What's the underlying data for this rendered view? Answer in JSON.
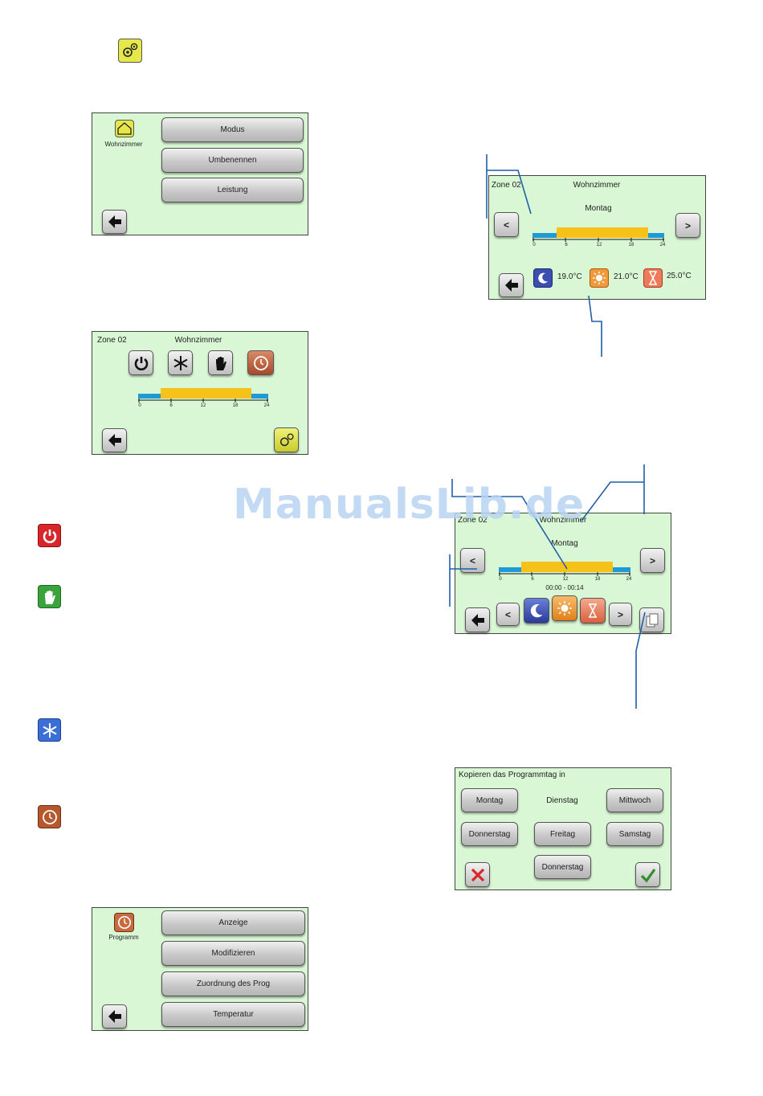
{
  "menu_screen": {
    "icon_label": "Wohnzimmer",
    "buttons": [
      "Modus",
      "Umbenennen",
      "Leistung"
    ]
  },
  "zone_screen": {
    "zone": "Zone 02",
    "room": "Wohnzimmer",
    "ticks": [
      "0",
      "6",
      "12",
      "18",
      "24"
    ]
  },
  "program_view": {
    "zone": "Zone 02",
    "room": "Wohnzimmer",
    "day": "Montag",
    "prev": "<",
    "next": ">",
    "ticks": [
      "0",
      "6",
      "12",
      "18",
      "24"
    ],
    "temps": [
      "19.0°C",
      "21.0°C",
      "25.0°C"
    ]
  },
  "program_edit": {
    "zone": "Zone 02",
    "room": "Wohnzimmer",
    "day": "Montag",
    "prev": "<",
    "next": ">",
    "ticks": [
      "0",
      "6",
      "12",
      "18",
      "24"
    ],
    "time_range": "00:00 - 00:14"
  },
  "copy_screen": {
    "title": "Kopieren das Programmtag in",
    "days": [
      "Montag",
      "Dienstag",
      "Mittwoch",
      "Donnerstag",
      "Freitag",
      "Samstag",
      "Donnerstag"
    ]
  },
  "program_menu": {
    "icon_label": "Programm",
    "buttons": [
      "Anzeige",
      "Modifizieren",
      "Zuordnung des Prog",
      "Temperatur"
    ]
  },
  "watermark": "ManualsLib.de",
  "colors": {
    "screen_bg": "#d9f7d4",
    "bar_blue": "#1e9ad6",
    "bar_yellow": "#f6c21a",
    "callout_line": "#1f5fa8",
    "off_red": "#d8262b",
    "manual_green": "#3ba33b",
    "frost_blue": "#3a6fd8",
    "program_brown": "#b5582e",
    "settings_yellow": "#e6e84a"
  }
}
